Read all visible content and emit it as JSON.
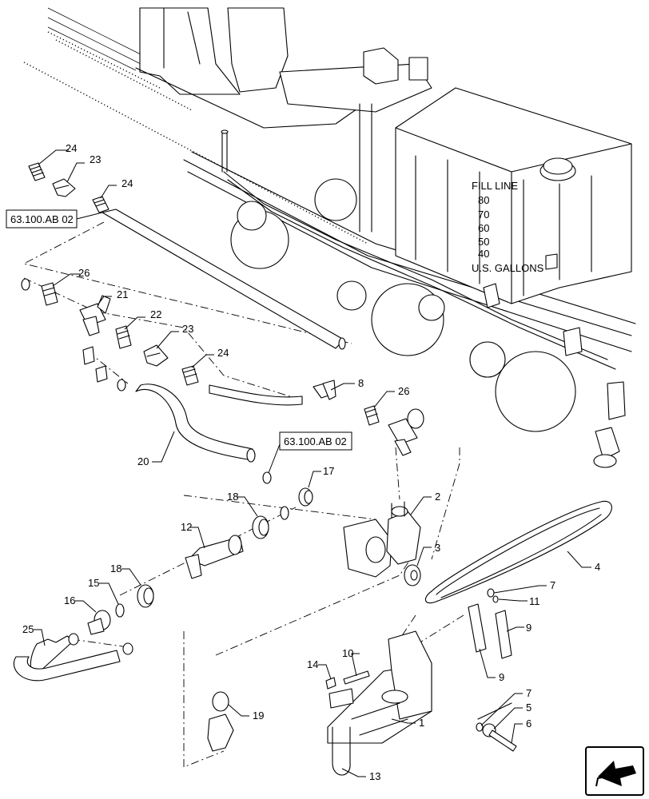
{
  "references": [
    {
      "id": "ref-1",
      "text": "63.100.AB 02"
    },
    {
      "id": "ref-2",
      "text": "63.100.AB 02"
    }
  ],
  "callouts": {
    "c24a": "24",
    "c23a": "23",
    "c24b": "24",
    "c26a": "26",
    "c21": "21",
    "c22": "22",
    "c23b": "23",
    "c24c": "24",
    "c8": "8",
    "c26b": "26",
    "c20": "20",
    "c17": "17",
    "c2": "2",
    "c18a": "18",
    "c12": "12",
    "c3": "3",
    "c4": "4",
    "c18b": "18",
    "c15": "15",
    "c16": "16",
    "c25": "25",
    "c7a": "7",
    "c11": "11",
    "c9a": "9",
    "c9b": "9",
    "c10": "10",
    "c14": "14",
    "c19": "19",
    "c1": "1",
    "c7b": "7",
    "c5": "5",
    "c6": "6",
    "c13": "13"
  },
  "tank_labels": {
    "fill_line": "FILL LINE",
    "g80": "80",
    "g70": "70",
    "g60": "60",
    "g50": "50",
    "g40": "40",
    "gallons": "U.S. GALLONS"
  },
  "nav_icon": "arrow-icon"
}
